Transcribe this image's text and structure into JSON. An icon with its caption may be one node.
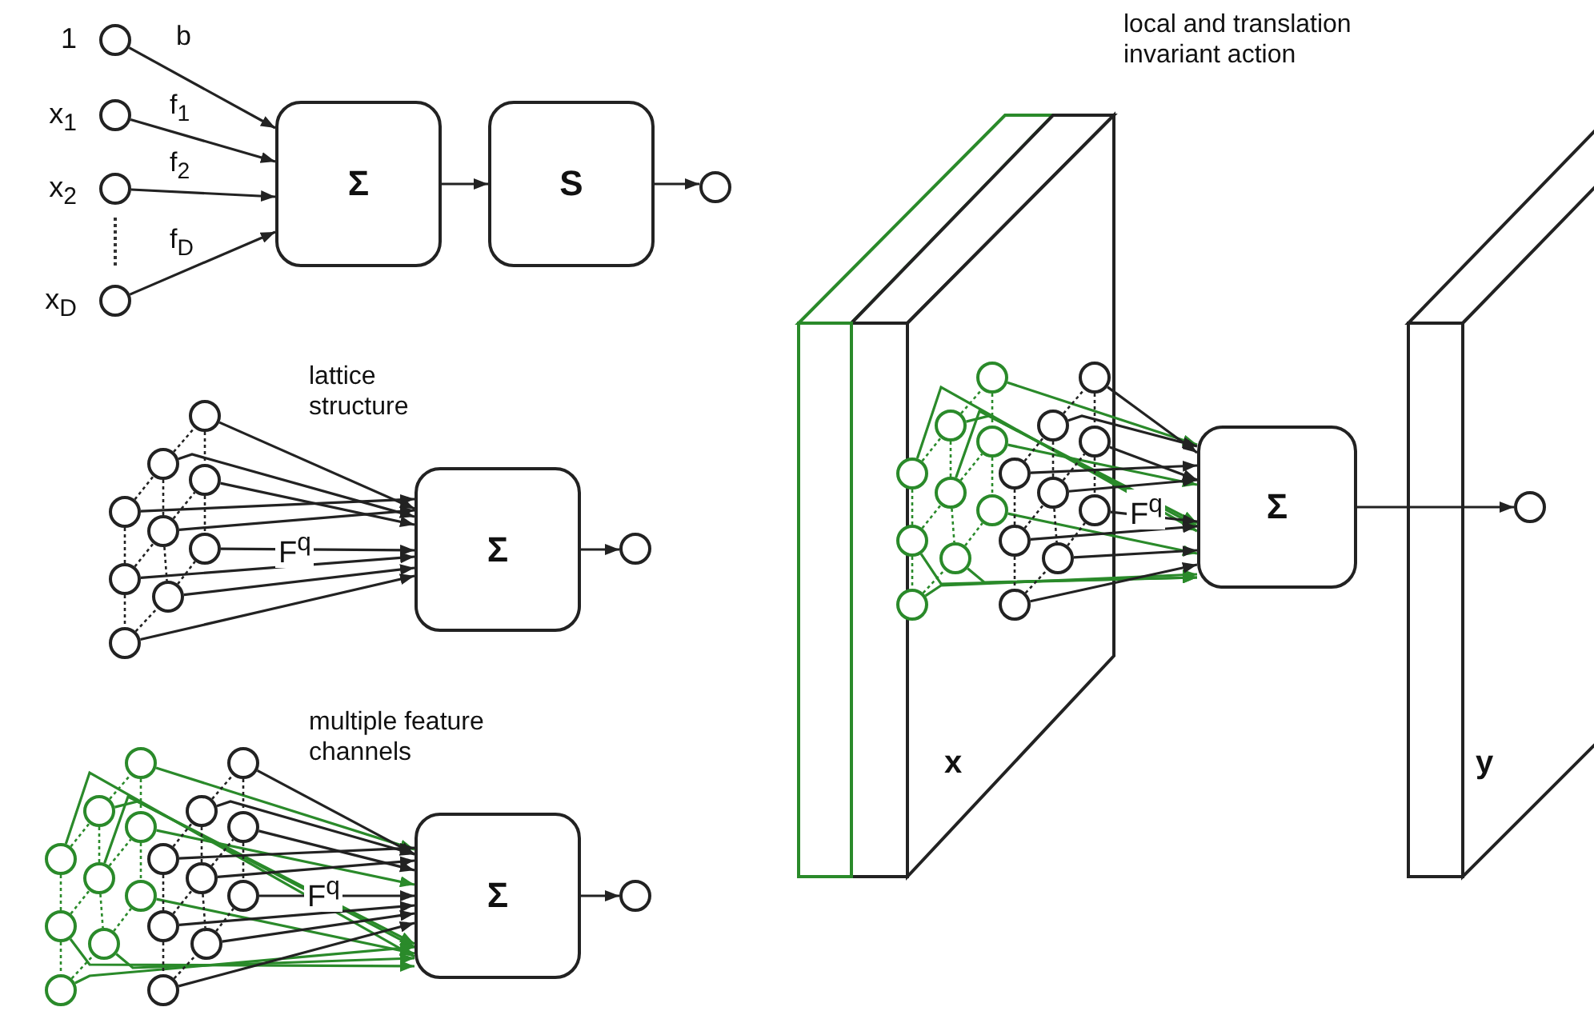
{
  "diagram": {
    "nodes": [
      {
        "text": [],
        "shape": "circle",
        "beside": [
          "1"
        ]
      },
      {
        "text": [],
        "shape": "circle",
        "beside": [
          "x$_{1}$"
        ]
      },
      {
        "text": [],
        "shape": "circle",
        "beside": [
          "x$_{2}$"
        ]
      },
      {
        "text": [],
        "shape": "circle",
        "beside": [
          "x$_{D}$"
        ]
      },
      {
        "text": [
          "Σ"
        ]
      },
      {
        "text": [
          "S"
        ]
      },
      {
        "text": [],
        "shape": "circle"
      },
      {
        "text": [],
        "shape": "circle"
      },
      {
        "text": [],
        "shape": "circle"
      },
      {
        "text": [],
        "shape": "circle"
      },
      {
        "text": [],
        "shape": "circle"
      },
      {
        "text": [],
        "shape": "circle"
      },
      {
        "text": [],
        "shape": "circle"
      },
      {
        "text": [],
        "shape": "circle"
      },
      {
        "text": [],
        "shape": "circle"
      },
      {
        "text": [],
        "shape": "circle"
      },
      {
        "text": [
          "Σ"
        ]
      },
      {
        "text": [],
        "shape": "circle"
      },
      {
        "text": [],
        "shape": "circle"
      },
      {
        "text": [],
        "shape": "circle"
      },
      {
        "text": [],
        "shape": "circle"
      },
      {
        "text": [],
        "shape": "circle"
      },
      {
        "text": [],
        "shape": "circle"
      },
      {
        "text": [],
        "shape": "circle"
      },
      {
        "text": [],
        "shape": "circle"
      },
      {
        "text": [],
        "shape": "circle"
      },
      {
        "text": [],
        "shape": "circle"
      },
      {
        "text": [],
        "shape": "circle"
      },
      {
        "text": [],
        "shape": "circle"
      },
      {
        "text": [],
        "shape": "circle"
      },
      {
        "text": [],
        "shape": "circle"
      },
      {
        "text": [],
        "shape": "circle"
      },
      {
        "text": [],
        "shape": "circle"
      },
      {
        "text": [],
        "shape": "circle"
      },
      {
        "text": [],
        "shape": "circle"
      },
      {
        "text": [],
        "shape": "circle"
      },
      {
        "text": [
          "Σ"
        ]
      },
      {
        "text": [],
        "shape": "circle"
      },
      {
        "text": [],
        "shape": "box"
      },
      {
        "text": [
          "x"
        ]
      },
      {
        "text": [],
        "shape": "circle",
        "in": 39
      },
      {
        "text": [],
        "shape": "circle",
        "in": 39
      },
      {
        "text": [],
        "shape": "circle",
        "in": 39
      },
      {
        "text": [],
        "shape": "circle",
        "in": 39
      },
      {
        "text": [],
        "shape": "circle",
        "in": 39
      },
      {
        "text": [],
        "shape": "circle",
        "in": 39
      },
      {
        "text": [],
        "shape": "circle",
        "in": 39
      },
      {
        "text": [],
        "shape": "circle",
        "in": 39
      },
      {
        "text": [],
        "shape": "circle",
        "in": 39
      },
      {
        "text": [],
        "shape": "circle",
        "in": 39
      },
      {
        "text": [],
        "shape": "circle",
        "in": 39
      },
      {
        "text": [],
        "shape": "circle",
        "in": 39
      },
      {
        "text": [],
        "shape": "circle",
        "in": 39
      },
      {
        "text": [],
        "shape": "circle",
        "in": 39
      },
      {
        "text": [],
        "shape": "circle",
        "in": 39
      },
      {
        "text": [],
        "shape": "circle",
        "in": 39
      },
      {
        "text": [],
        "shape": "circle",
        "in": 39
      },
      {
        "text": [],
        "shape": "circle",
        "in": 39
      },
      {
        "text": [
          "Σ"
        ]
      },
      {
        "text": [
          "y"
        ]
      },
      {
        "text": [],
        "shape": "circle",
        "in": 59
      }
    ],
    "edges": [
      {
        "from": 0,
        "to": 4,
        "arrow": "to",
        "label": "b"
      },
      {
        "from": 1,
        "to": 4,
        "arrow": "to",
        "label": "f$_{1}$"
      },
      {
        "from": 2,
        "to": 4,
        "arrow": "to",
        "label": "f$_{2}$"
      },
      {
        "from": 3,
        "to": 4,
        "arrow": "to",
        "label": "f$_{D}$"
      },
      {
        "from": 4,
        "to": 5,
        "arrow": "to"
      },
      {
        "from": 5,
        "to": 6,
        "arrow": "to"
      },
      {
        "from": 7,
        "to": 16,
        "arrow": "to"
      },
      {
        "from": 8,
        "to": 16,
        "arrow": "to"
      },
      {
        "from": 9,
        "to": 16,
        "arrow": "to"
      },
      {
        "from": 10,
        "to": 16,
        "arrow": "to"
      },
      {
        "from": 11,
        "to": 16,
        "arrow": "to"
      },
      {
        "from": 12,
        "to": 16,
        "arrow": "to"
      },
      {
        "from": 13,
        "to": 16,
        "arrow": "to"
      },
      {
        "from": 14,
        "to": 16,
        "arrow": "to"
      },
      {
        "from": 15,
        "to": 16,
        "arrow": "to"
      },
      {
        "from": 16,
        "to": 17,
        "arrow": "to"
      },
      {
        "from": 18,
        "to": 36,
        "arrow": "to",
        "color": "#2a8a2a"
      },
      {
        "from": 19,
        "to": 36,
        "arrow": "to",
        "color": "#2a8a2a"
      },
      {
        "from": 20,
        "to": 36,
        "arrow": "to",
        "color": "#2a8a2a"
      },
      {
        "from": 21,
        "to": 36,
        "arrow": "to",
        "color": "#2a8a2a"
      },
      {
        "from": 22,
        "to": 36,
        "arrow": "to",
        "color": "#2a8a2a"
      },
      {
        "from": 23,
        "to": 36,
        "arrow": "to",
        "color": "#2a8a2a"
      },
      {
        "from": 24,
        "to": 36,
        "arrow": "to",
        "color": "#2a8a2a"
      },
      {
        "from": 25,
        "to": 36,
        "arrow": "to",
        "color": "#2a8a2a"
      },
      {
        "from": 26,
        "to": 36,
        "arrow": "to",
        "color": "#2a8a2a"
      },
      {
        "from": 27,
        "to": 36,
        "arrow": "to"
      },
      {
        "from": 28,
        "to": 36,
        "arrow": "to"
      },
      {
        "from": 29,
        "to": 36,
        "arrow": "to"
      },
      {
        "from": 30,
        "to": 36,
        "arrow": "to"
      },
      {
        "from": 31,
        "to": 36,
        "arrow": "to"
      },
      {
        "from": 32,
        "to": 36,
        "arrow": "to"
      },
      {
        "from": 33,
        "to": 36,
        "arrow": "to"
      },
      {
        "from": 34,
        "to": 36,
        "arrow": "to"
      },
      {
        "from": 35,
        "to": 36,
        "arrow": "to"
      },
      {
        "from": 36,
        "to": 37,
        "arrow": "to"
      },
      {
        "from": 40,
        "to": 58,
        "arrow": "to",
        "color": "#2a8a2a"
      },
      {
        "from": 41,
        "to": 58,
        "arrow": "to",
        "color": "#2a8a2a"
      },
      {
        "from": 42,
        "to": 58,
        "arrow": "to",
        "color": "#2a8a2a"
      },
      {
        "from": 43,
        "to": 58,
        "arrow": "to",
        "color": "#2a8a2a"
      },
      {
        "from": 44,
        "to": 58,
        "arrow": "to",
        "color": "#2a8a2a"
      },
      {
        "from": 45,
        "to": 58,
        "arrow": "to",
        "color": "#2a8a2a"
      },
      {
        "from": 46,
        "to": 58,
        "arrow": "to",
        "color": "#2a8a2a"
      },
      {
        "from": 47,
        "to": 58,
        "arrow": "to",
        "color": "#2a8a2a"
      },
      {
        "from": 48,
        "to": 58,
        "arrow": "to",
        "color": "#2a8a2a"
      },
      {
        "from": 49,
        "to": 58,
        "arrow": "to"
      },
      {
        "from": 50,
        "to": 58,
        "arrow": "to"
      },
      {
        "from": 51,
        "to": 58,
        "arrow": "to"
      },
      {
        "from": 52,
        "to": 58,
        "arrow": "to"
      },
      {
        "from": 53,
        "to": 58,
        "arrow": "to"
      },
      {
        "from": 54,
        "to": 58,
        "arrow": "to"
      },
      {
        "from": 55,
        "to": 58,
        "arrow": "to"
      },
      {
        "from": 56,
        "to": 58,
        "arrow": "to"
      },
      {
        "from": 57,
        "to": 58,
        "arrow": "to"
      },
      {
        "from": 58,
        "to": 60,
        "arrow": "to"
      },
      {
        "from": 10,
        "to": 13,
        "arrow": "none",
        "style": "dashed"
      },
      {
        "from": 13,
        "to": 15,
        "arrow": "none",
        "style": "dashed"
      },
      {
        "from": 8,
        "to": 11,
        "arrow": "none",
        "style": "dashed"
      },
      {
        "from": 11,
        "to": 14,
        "arrow": "none",
        "style": "dashed"
      },
      {
        "from": 7,
        "to": 9,
        "arrow": "none",
        "style": "dashed"
      },
      {
        "from": 9,
        "to": 12,
        "arrow": "none",
        "style": "dashed"
      },
      {
        "from": 10,
        "to": 8,
        "arrow": "none",
        "style": "dashed"
      },
      {
        "from": 8,
        "to": 7,
        "arrow": "none",
        "style": "dashed"
      },
      {
        "from": 13,
        "to": 11,
        "arrow": "none",
        "style": "dashed"
      },
      {
        "from": 11,
        "to": 9,
        "arrow": "none",
        "style": "dashed"
      },
      {
        "from": 15,
        "to": 14,
        "arrow": "none",
        "style": "dashed"
      },
      {
        "from": 14,
        "to": 12,
        "arrow": "none",
        "style": "dashed"
      },
      {
        "from": 21,
        "to": 24,
        "arrow": "none",
        "style": "dashed",
        "color": "#2a8a2a"
      },
      {
        "from": 24,
        "to": 26,
        "arrow": "none",
        "style": "dashed",
        "color": "#2a8a2a"
      },
      {
        "from": 19,
        "to": 22,
        "arrow": "none",
        "style": "dashed",
        "color": "#2a8a2a"
      },
      {
        "from": 22,
        "to": 25,
        "arrow": "none",
        "style": "dashed",
        "color": "#2a8a2a"
      },
      {
        "from": 18,
        "to": 20,
        "arrow": "none",
        "style": "dashed",
        "color": "#2a8a2a"
      },
      {
        "from": 20,
        "to": 23,
        "arrow": "none",
        "style": "dashed",
        "color": "#2a8a2a"
      },
      {
        "from": 21,
        "to": 19,
        "arrow": "none",
        "style": "dashed",
        "color": "#2a8a2a"
      },
      {
        "from": 19,
        "to": 18,
        "arrow": "none",
        "style": "dashed",
        "color": "#2a8a2a"
      },
      {
        "from": 24,
        "to": 22,
        "arrow": "none",
        "style": "dashed",
        "color": "#2a8a2a"
      },
      {
        "from": 22,
        "to": 20,
        "arrow": "none",
        "style": "dashed",
        "color": "#2a8a2a"
      },
      {
        "from": 26,
        "to": 25,
        "arrow": "none",
        "style": "dashed",
        "color": "#2a8a2a"
      },
      {
        "from": 25,
        "to": 23,
        "arrow": "none",
        "style": "dashed",
        "color": "#2a8a2a"
      },
      {
        "from": 30,
        "to": 33,
        "arrow": "none",
        "style": "dashed"
      },
      {
        "from": 33,
        "to": 35,
        "arrow": "none",
        "style": "dashed"
      },
      {
        "from": 28,
        "to": 31,
        "arrow": "none",
        "style": "dashed"
      },
      {
        "from": 31,
        "to": 34,
        "arrow": "none",
        "style": "dashed"
      },
      {
        "from": 27,
        "to": 29,
        "arrow": "none",
        "style": "dashed"
      },
      {
        "from": 29,
        "to": 32,
        "arrow": "none",
        "style": "dashed"
      },
      {
        "from": 30,
        "to": 28,
        "arrow": "none",
        "style": "dashed"
      },
      {
        "from": 28,
        "to": 27,
        "arrow": "none",
        "style": "dashed"
      },
      {
        "from": 33,
        "to": 31,
        "arrow": "none",
        "style": "dashed"
      },
      {
        "from": 31,
        "to": 29,
        "arrow": "none",
        "style": "dashed"
      },
      {
        "from": 35,
        "to": 34,
        "arrow": "none",
        "style": "dashed"
      },
      {
        "from": 34,
        "to": 32,
        "arrow": "none",
        "style": "dashed"
      },
      {
        "from": 43,
        "to": 46,
        "arrow": "none",
        "style": "dashed",
        "color": "#2a8a2a"
      },
      {
        "from": 46,
        "to": 48,
        "arrow": "none",
        "style": "dashed",
        "color": "#2a8a2a"
      },
      {
        "from": 41,
        "to": 44,
        "arrow": "none",
        "style": "dashed",
        "color": "#2a8a2a"
      },
      {
        "from": 44,
        "to": 47,
        "arrow": "none",
        "style": "dashed",
        "color": "#2a8a2a"
      },
      {
        "from": 40,
        "to": 42,
        "arrow": "none",
        "style": "dashed",
        "color": "#2a8a2a"
      },
      {
        "from": 42,
        "to": 45,
        "arrow": "none",
        "style": "dashed",
        "color": "#2a8a2a"
      },
      {
        "from": 43,
        "to": 41,
        "arrow": "none",
        "style": "dashed",
        "color": "#2a8a2a"
      },
      {
        "from": 41,
        "to": 40,
        "arrow": "none",
        "style": "dashed",
        "color": "#2a8a2a"
      },
      {
        "from": 46,
        "to": 44,
        "arrow": "none",
        "style": "dashed",
        "color": "#2a8a2a"
      },
      {
        "from": 44,
        "to": 42,
        "arrow": "none",
        "style": "dashed",
        "color": "#2a8a2a"
      },
      {
        "from": 48,
        "to": 47,
        "arrow": "none",
        "style": "dashed",
        "color": "#2a8a2a"
      },
      {
        "from": 47,
        "to": 45,
        "arrow": "none",
        "style": "dashed",
        "color": "#2a8a2a"
      },
      {
        "from": 52,
        "to": 55,
        "arrow": "none",
        "style": "dashed"
      },
      {
        "from": 55,
        "to": 57,
        "arrow": "none",
        "style": "dashed"
      },
      {
        "from": 50,
        "to": 53,
        "arrow": "none",
        "style": "dashed"
      },
      {
        "from": 53,
        "to": 56,
        "arrow": "none",
        "style": "dashed"
      },
      {
        "from": 49,
        "to": 51,
        "arrow": "none",
        "style": "dashed"
      },
      {
        "from": 51,
        "to": 54,
        "arrow": "none",
        "style": "dashed"
      },
      {
        "from": 52,
        "to": 50,
        "arrow": "none",
        "style": "dashed"
      },
      {
        "from": 50,
        "to": 49,
        "arrow": "none",
        "style": "dashed"
      },
      {
        "from": 55,
        "to": 53,
        "arrow": "none",
        "style": "dashed"
      },
      {
        "from": 53,
        "to": 51,
        "arrow": "none",
        "style": "dashed"
      },
      {
        "from": 57,
        "to": 56,
        "arrow": "none",
        "style": "dashed"
      },
      {
        "from": 56,
        "to": 54,
        "arrow": "none",
        "style": "dashed"
      }
    ],
    "labels": [
      "local and translation invariant action",
      "lattice structure",
      "F$^{q}$",
      "F$^{q}$",
      "multiple feature channels",
      "F$^{q}$"
    ]
  }
}
